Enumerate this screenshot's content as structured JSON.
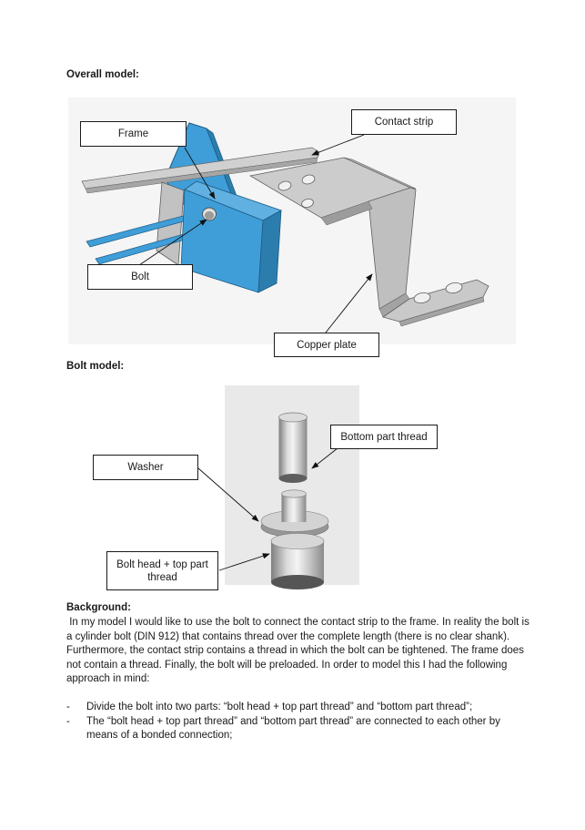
{
  "headings": {
    "overall": "Overall model:",
    "bolt": "Bolt model:",
    "background": "Background:"
  },
  "figure_overall": {
    "labels": {
      "frame": "Frame",
      "contact_strip": "Contact strip",
      "bolt": "Bolt",
      "copper_plate": "Copper plate"
    }
  },
  "figure_bolt": {
    "labels": {
      "bottom_part_thread": "Bottom part thread",
      "washer": "Washer",
      "bolt_head": "Bolt head + top part thread"
    }
  },
  "background": {
    "text": " In my model I would like to use the bolt to connect the contact strip to the frame. In reality the bolt is a cylinder bolt (DIN 912) that contains thread over the complete length (there is no clear shank). Furthermore, the contact strip contains a thread in which the bolt can be tightened. The frame does not contain a thread. Finally, the bolt will be preloaded. In order to model this I had the following approach in mind:"
  },
  "bullets": {
    "marker": "-",
    "items": [
      "Divide the bolt into two parts: “bolt head + top part thread” and “bottom part thread”;",
      "The “bolt head + top part thread” and “bottom part thread” are connected to each other by means of a bonded connection;"
    ]
  },
  "colors": {
    "frame_blue": "#3f9ed8",
    "frame_blue_dark": "#2b7dad",
    "metal_gray": "#c6c6c6",
    "figure1_bg": "#f5f5f5",
    "figure2_bg": "#e9e9e9",
    "callout_border": "#1a1a1a"
  }
}
